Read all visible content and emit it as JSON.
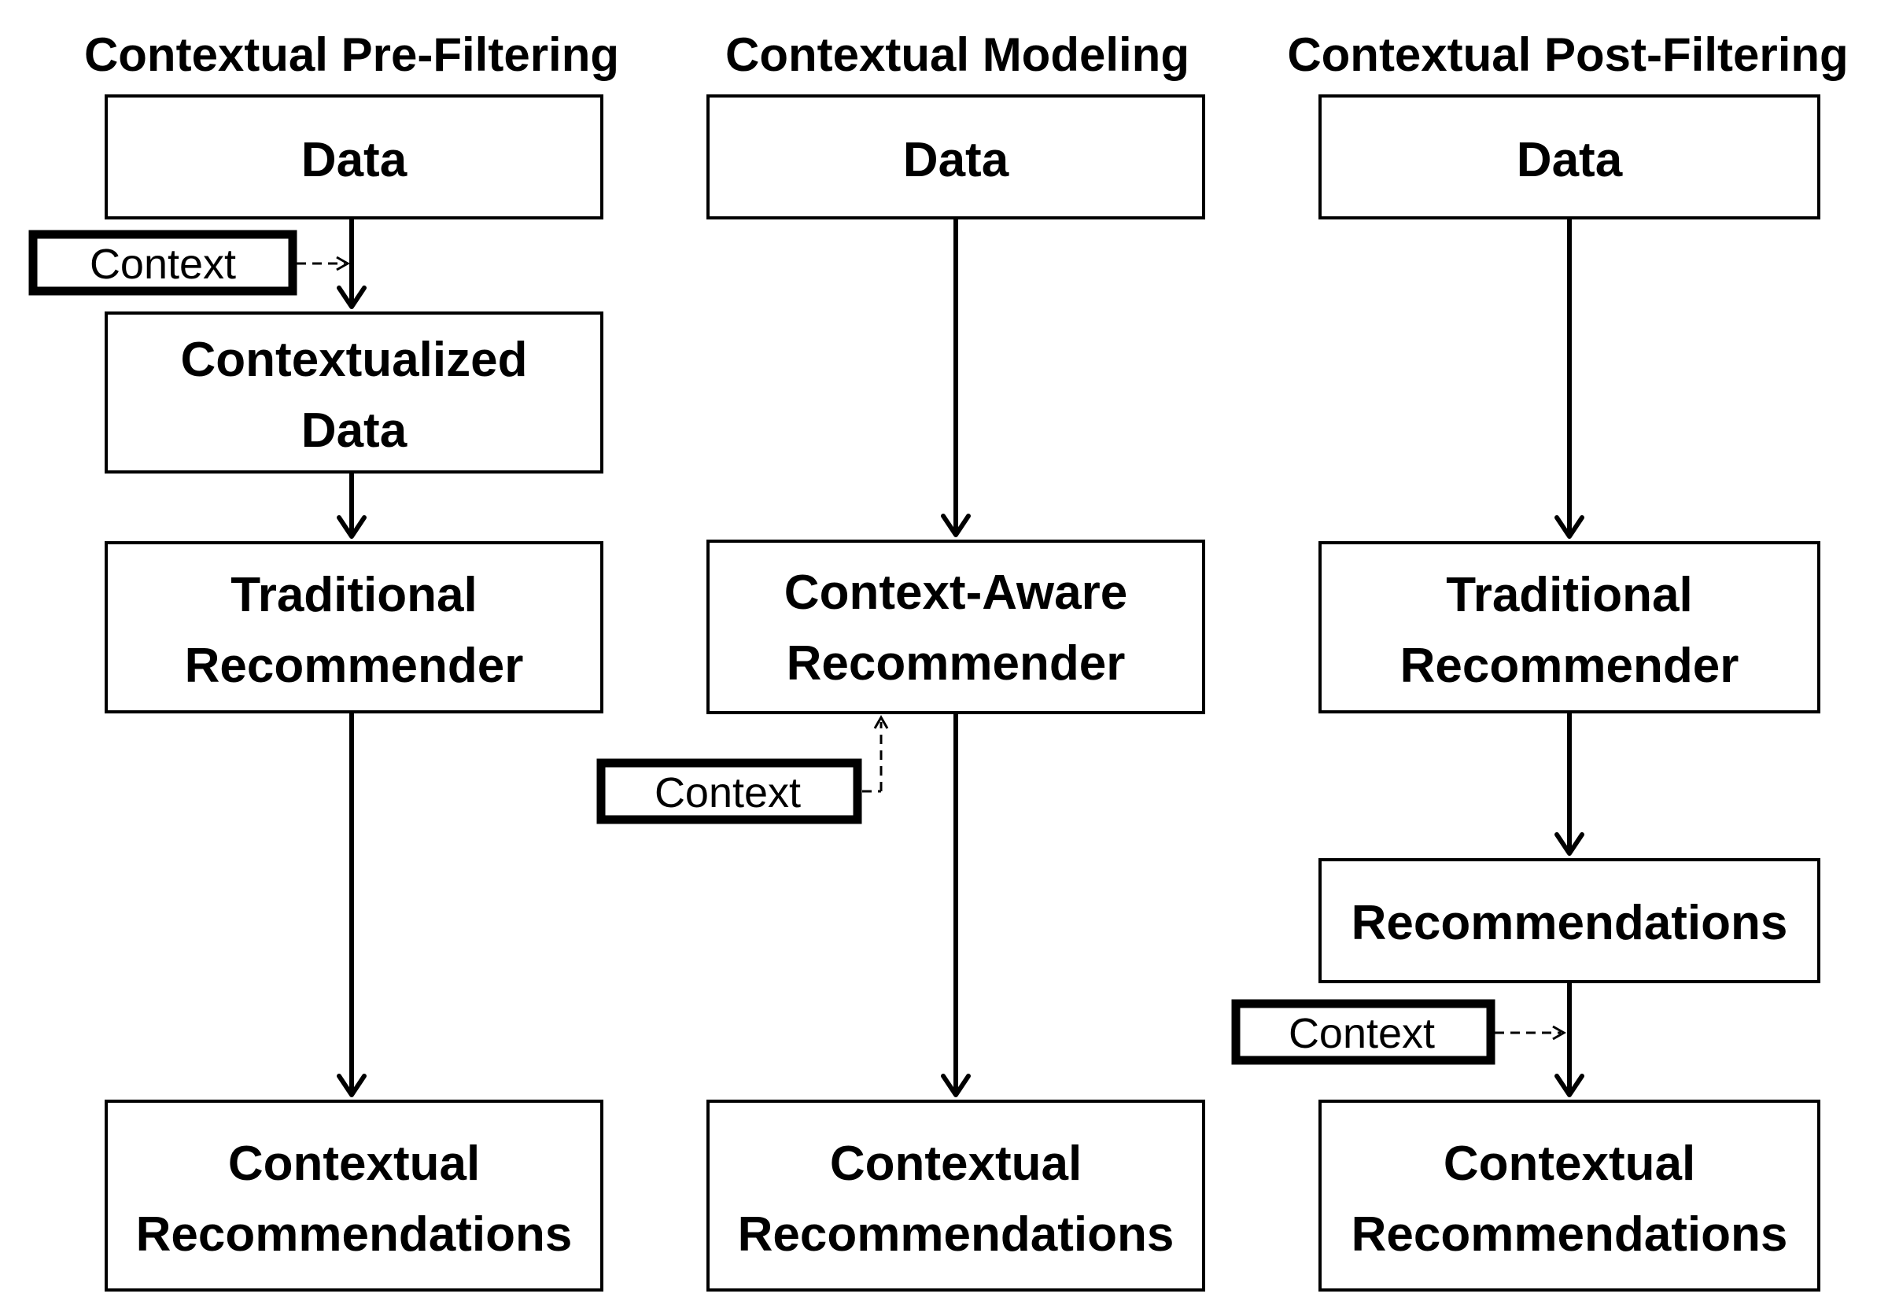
{
  "columns": [
    {
      "title": "Contextual Pre-Filtering",
      "boxes": [
        "Data",
        "Contextualized Data",
        "Traditional Recommender",
        "Contextual Recommendations"
      ],
      "context_label": "Context"
    },
    {
      "title": "Contextual Modeling",
      "boxes": [
        "Data",
        "Context-Aware Recommender",
        "Contextual Recommendations"
      ],
      "context_label": "Context"
    },
    {
      "title": "Contextual Post-Filtering",
      "boxes": [
        "Data",
        "Traditional Recommender",
        "Recommendations",
        "Contextual Recommendations"
      ],
      "context_label": "Context"
    }
  ]
}
